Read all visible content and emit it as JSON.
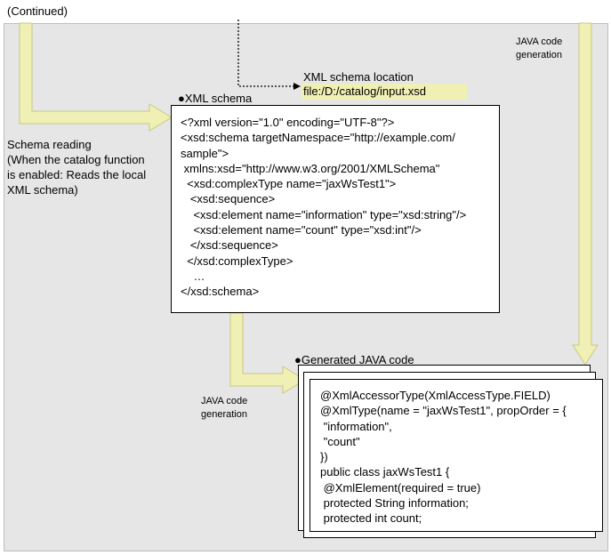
{
  "header": {
    "continued": "(Continued)"
  },
  "schema_location": {
    "label": "XML schema location",
    "path": "file:/D:/catalog/input.xsd"
  },
  "xml_schema": {
    "title": "●XML schema",
    "lines": [
      "<?xml version=\"1.0\" encoding=\"UTF-8\"?>",
      "<xsd:schema targetNamespace=\"http://example.com/",
      "sample\">",
      " xmlns:xsd=\"http://www.w3.org/2001/XMLSchema\"",
      "  <xsd:complexType name=\"jaxWsTest1\">",
      "   <xsd:sequence>",
      "    <xsd:element name=\"information\" type=\"xsd:string\"/>",
      "    <xsd:element name=\"count\" type=\"xsd:int\"/>",
      "   </xsd:sequence>",
      "  </xsd:complexType>",
      "    …",
      "</xsd:schema>"
    ]
  },
  "schema_reading": {
    "lines": [
      "Schema reading",
      "(When the catalog function",
      "is enabled: Reads the local",
      "XML schema)"
    ]
  },
  "java_code_gen_top": {
    "lines": [
      "JAVA code",
      "generation"
    ]
  },
  "java_code_gen_bottom": {
    "lines": [
      "JAVA code",
      "generation"
    ]
  },
  "generated_code": {
    "title": "●Generated JAVA code",
    "lines": [
      "@XmlAccessorType(XmlAccessType.FIELD)",
      "@XmlType(name = \"jaxWsTest1\", propOrder = {",
      " \"information\",",
      " \"count\"",
      "})",
      "public class jaxWsTest1 {",
      " @XmlElement(required = true)",
      " protected String information;",
      " protected int count;"
    ]
  },
  "colors": {
    "panel_bg": "#e6e6e6",
    "arrow_fill": "#f0f0b4",
    "arrow_stroke": "#c8c882",
    "highlight": "#f0f0b4"
  }
}
